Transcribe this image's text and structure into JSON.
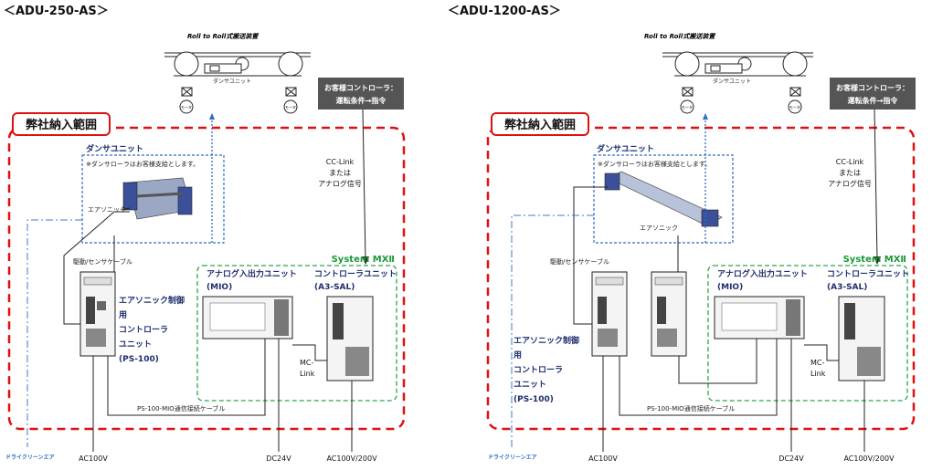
{
  "panels": [
    {
      "id": "left",
      "heading": "＜ADU-250-AS＞",
      "roll_title": "Roll to Roll式搬送装置",
      "dancer_small": "ダンサユニット",
      "motor": "モータ",
      "customer_box": [
        "お客様コントローラ：",
        "運転条件→指令"
      ],
      "scope_label": "弊社納入範囲",
      "dancer_unit_title": "ダンサユニット",
      "dancer_note": "※ダンサローラはお客様支給とします。",
      "air_sonic": "エアソニック",
      "cclink": [
        "CC-Link",
        "または",
        "アナログ信号"
      ],
      "system_label": "System MXⅡ",
      "drive_cable": "駆動/センサケーブル",
      "ps_label": [
        "エアソニック制御",
        "用",
        "コントローラ",
        "ユニット",
        "(PS-100)"
      ],
      "mio_label": [
        "アナログ入出力ユニット",
        "(MIO)"
      ],
      "sal_label": [
        "コントローラユニット",
        "(A3-SAL)"
      ],
      "mclink": [
        "MC-",
        "Link"
      ],
      "ps_mio_cable": "PS-100-MIO通信接続ケーブル",
      "dry_air": "ドライクリーンエア",
      "power": [
        "AC100V",
        "DC24V",
        "AC100V/200V"
      ]
    },
    {
      "id": "right",
      "heading": "＜ADU-1200-AS＞",
      "roll_title": "Roll to Roll式搬送装置",
      "dancer_small": "ダンサユニット",
      "motor": "モータ",
      "customer_box": [
        "お客様コントローラ：",
        "運転条件→指令"
      ],
      "scope_label": "弊社納入範囲",
      "dancer_unit_title": "ダンサユニット",
      "dancer_note": "※ダンサローラはお客様支給とします。",
      "air_sonic": "エアソニック",
      "cclink": [
        "CC-Link",
        "または",
        "アナログ信号"
      ],
      "system_label": "System MXⅡ",
      "drive_cable": "駆動/センサケーブル",
      "ps_label": [
        "エアソニック制御",
        "用",
        "コントローラ",
        "ユニット",
        "(PS-100)"
      ],
      "mio_label": [
        "アナログ入出力ユニット",
        "(MIO)"
      ],
      "sal_label": [
        "コントローラユニット",
        "(A3-SAL)"
      ],
      "mclink": [
        "MC-",
        "Link"
      ],
      "ps_mio_cable": "PS-100-MIO通信接続ケーブル",
      "dry_air": "ドライクリーンエア",
      "power": [
        "AC100V",
        "DC24V",
        "AC100V/200V"
      ]
    }
  ],
  "colors": {
    "scope_border": "#e01010",
    "system_border": "#2aa84a",
    "dancer_border": "#2b6cc4",
    "label_navy": "#1f2f6e",
    "customer_box": "#555555"
  }
}
